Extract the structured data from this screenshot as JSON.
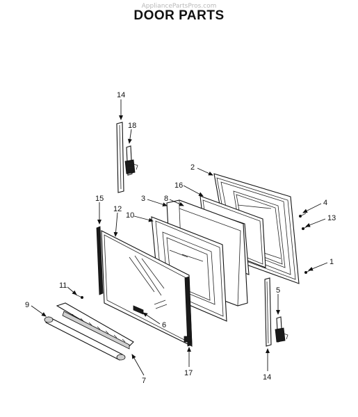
{
  "watermark": "AppliancePartsPros.com",
  "title": "DOOR PARTS",
  "callouts": [
    "14",
    "18",
    "2",
    "16",
    "3",
    "8",
    "4",
    "13",
    "15",
    "12",
    "10",
    "1",
    "5",
    "11",
    "9",
    "6",
    "7",
    "17",
    "14"
  ]
}
